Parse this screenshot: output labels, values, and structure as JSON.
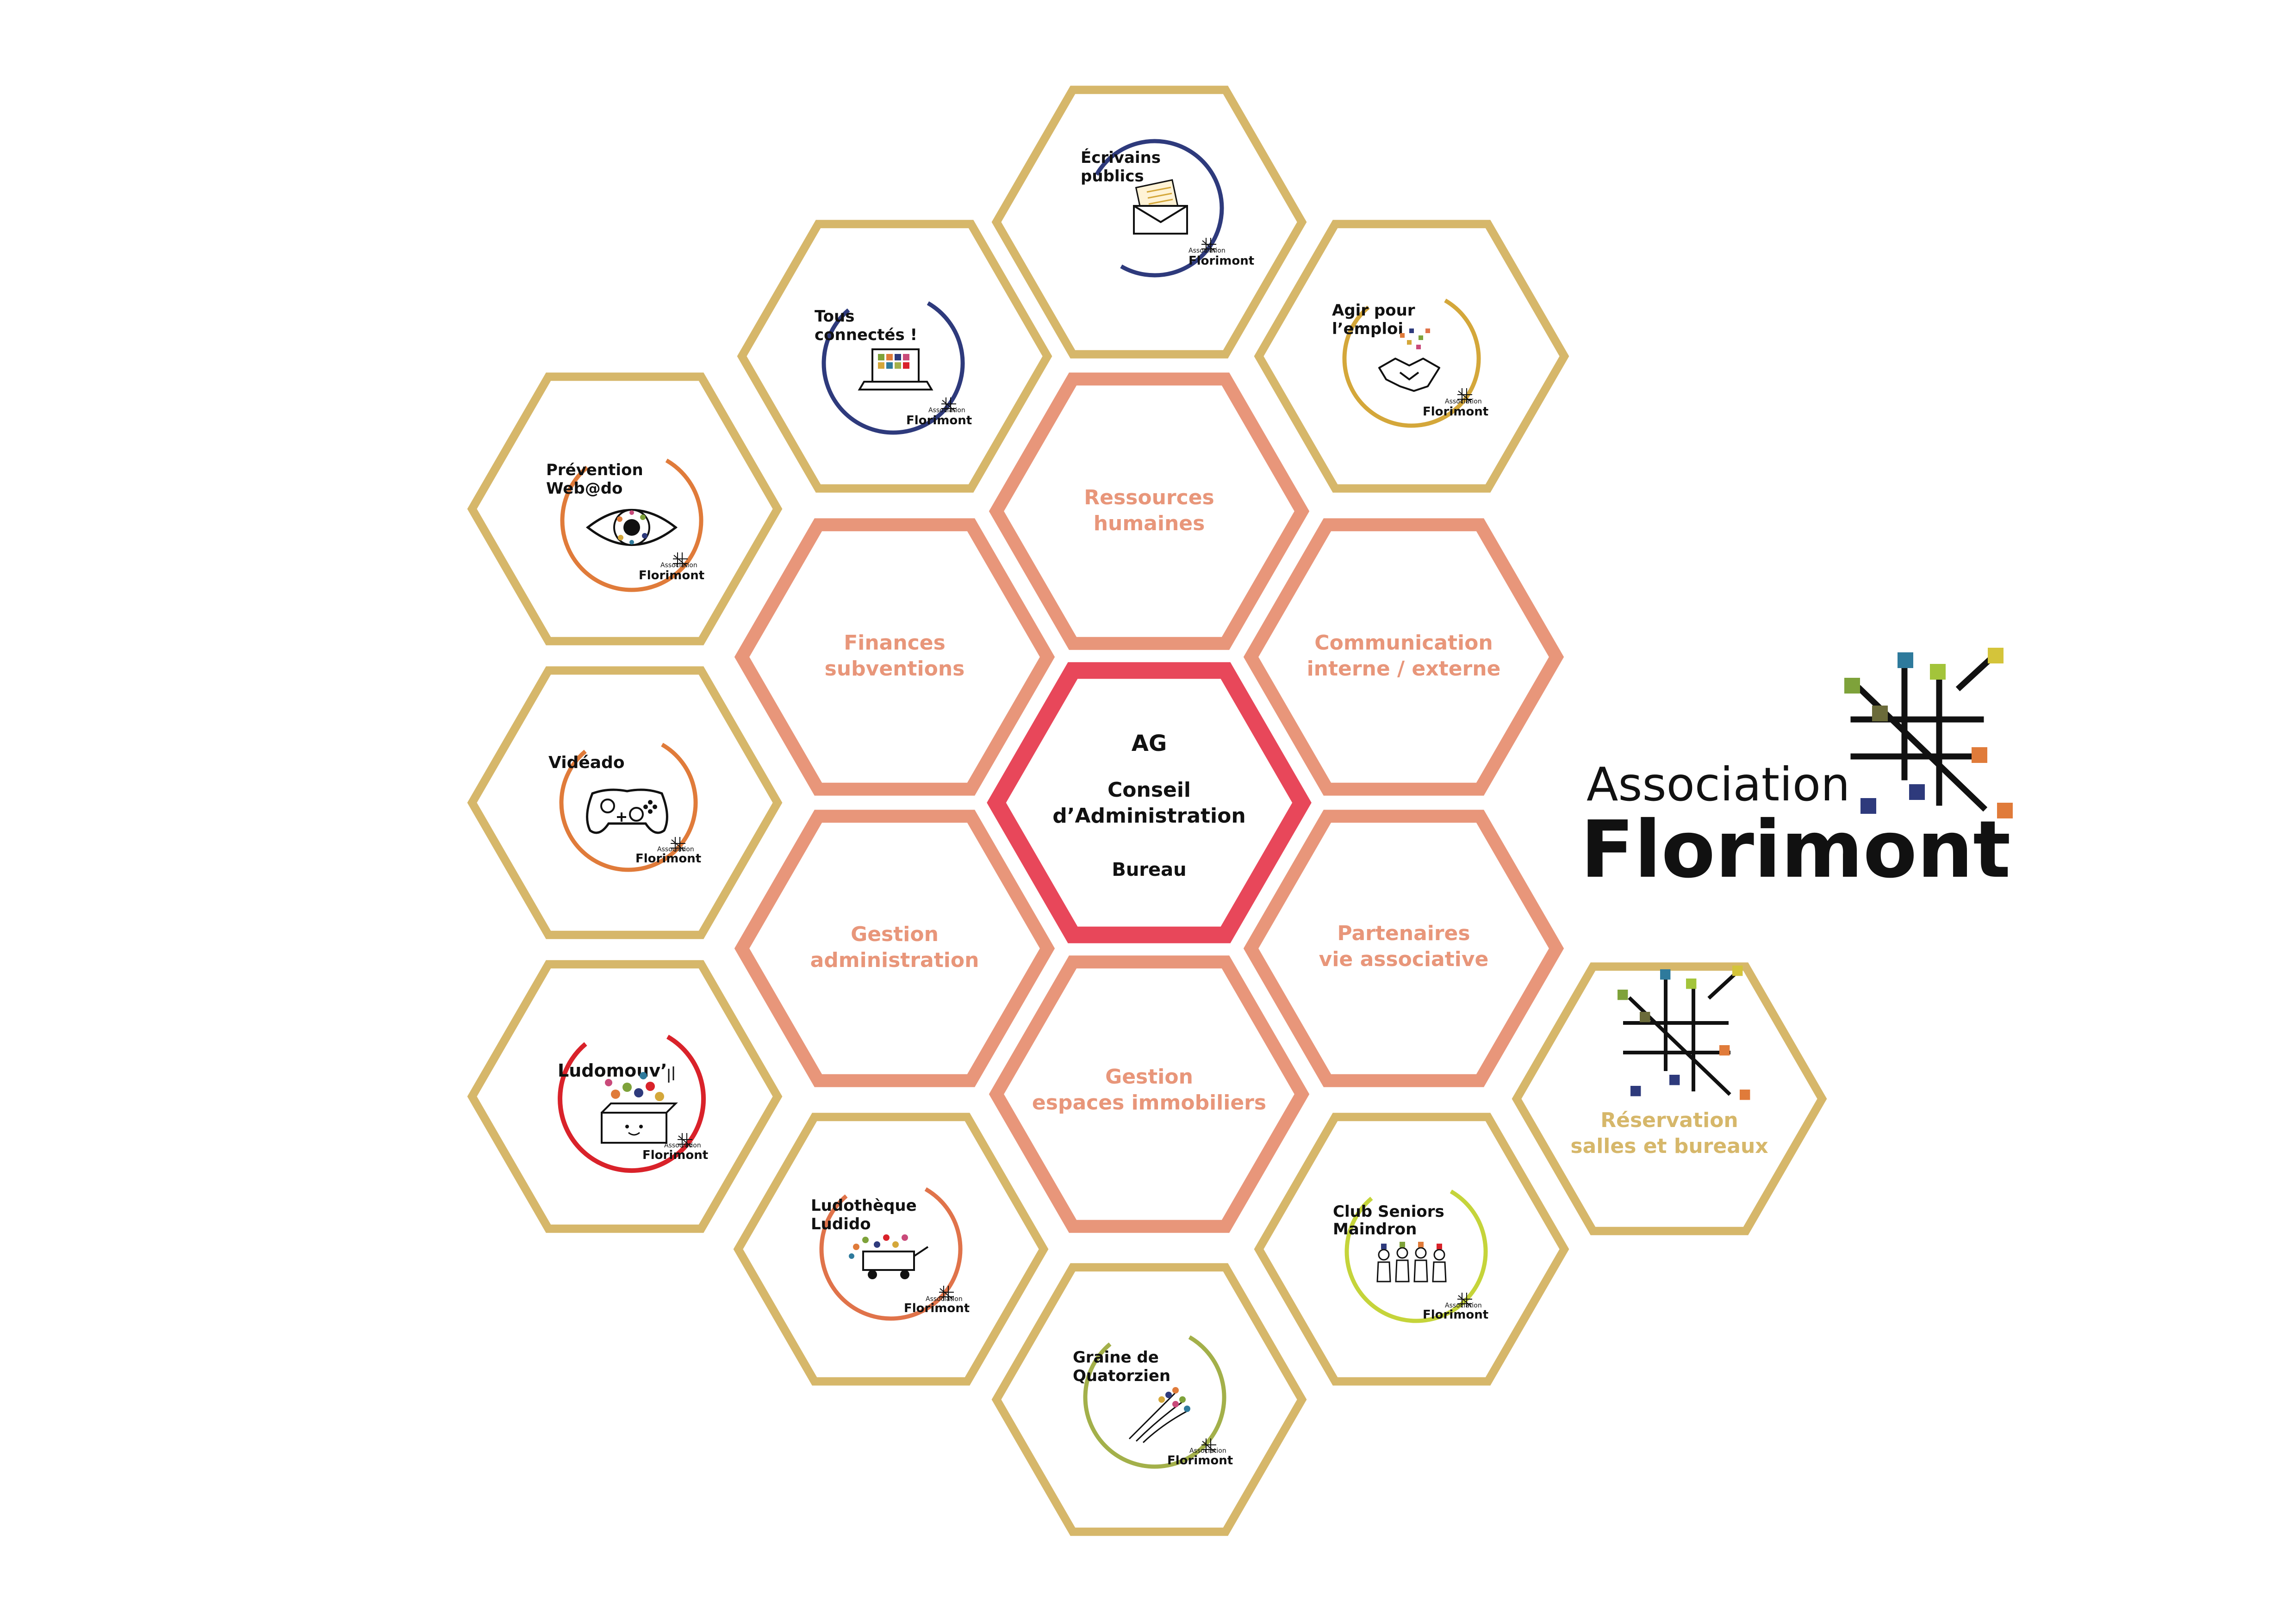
{
  "center": {
    "lines": [
      "AG",
      "Conseil",
      "d’Administration",
      "Bureau"
    ]
  },
  "inner_ring": [
    {
      "id": "ressources-humaines",
      "lines": [
        "Ressources",
        "humaines"
      ]
    },
    {
      "id": "communication",
      "lines": [
        "Communication",
        "interne / externe"
      ]
    },
    {
      "id": "partenaires",
      "lines": [
        "Partenaires",
        "vie associative"
      ]
    },
    {
      "id": "gestion-espaces",
      "lines": [
        "Gestion",
        "espaces immobiliers"
      ]
    },
    {
      "id": "gestion-administration",
      "lines": [
        "Gestion",
        "administration"
      ]
    },
    {
      "id": "finances",
      "lines": [
        "Finances",
        "subventions"
      ]
    }
  ],
  "projects": [
    {
      "id": "ecrivains-publics",
      "lines": [
        "Écrivains",
        "publics"
      ],
      "icon": "envelope-icon",
      "ring_color": "#2e3a7c"
    },
    {
      "id": "agir-pour-emploi",
      "lines": [
        "Agir pour",
        "l’emploi"
      ],
      "icon": "handshake-icon",
      "ring_color": "#d4a73a"
    },
    {
      "id": "tous-connectes",
      "lines": [
        "Tous",
        "connectés !"
      ],
      "icon": "laptop-icon",
      "ring_color": "#2e3a7c"
    },
    {
      "id": "prevention-webado",
      "lines": [
        "Prévention",
        "Web@do"
      ],
      "icon": "eye-icon",
      "ring_color": "#e07b3a"
    },
    {
      "id": "videado",
      "lines": [
        "Vidéado"
      ],
      "icon": "gamepad-icon",
      "ring_color": "#e07b3a"
    },
    {
      "id": "ludomouv",
      "lines": [
        "Ludomouv’"
      ],
      "icon": "toy-box-icon",
      "ring_color": "#d9222a"
    },
    {
      "id": "ludotheque-ludido",
      "lines": [
        "Ludothèque",
        "Ludido"
      ],
      "icon": "toy-cart-icon",
      "ring_color": "#e0734a"
    },
    {
      "id": "graine-de-quatorzien",
      "lines": [
        "Graine de",
        "Quatorzien"
      ],
      "icon": "seed-icon",
      "ring_color": "#a3b04a"
    },
    {
      "id": "club-seniors",
      "lines": [
        "Club Seniors",
        "Maindron"
      ],
      "icon": "seniors-icon",
      "ring_color": "#c5d43a"
    }
  ],
  "badge": {
    "small": "Association",
    "big": "Florimont"
  },
  "reservation": {
    "lines": [
      "Réservation",
      "salles et bureaux"
    ]
  },
  "brand": {
    "small": "Association",
    "big": "Florimont"
  },
  "colors": {
    "gold": "#d6b76a",
    "salmon": "#e8967a",
    "red": "#e8475a",
    "text_dark": "#111111"
  }
}
